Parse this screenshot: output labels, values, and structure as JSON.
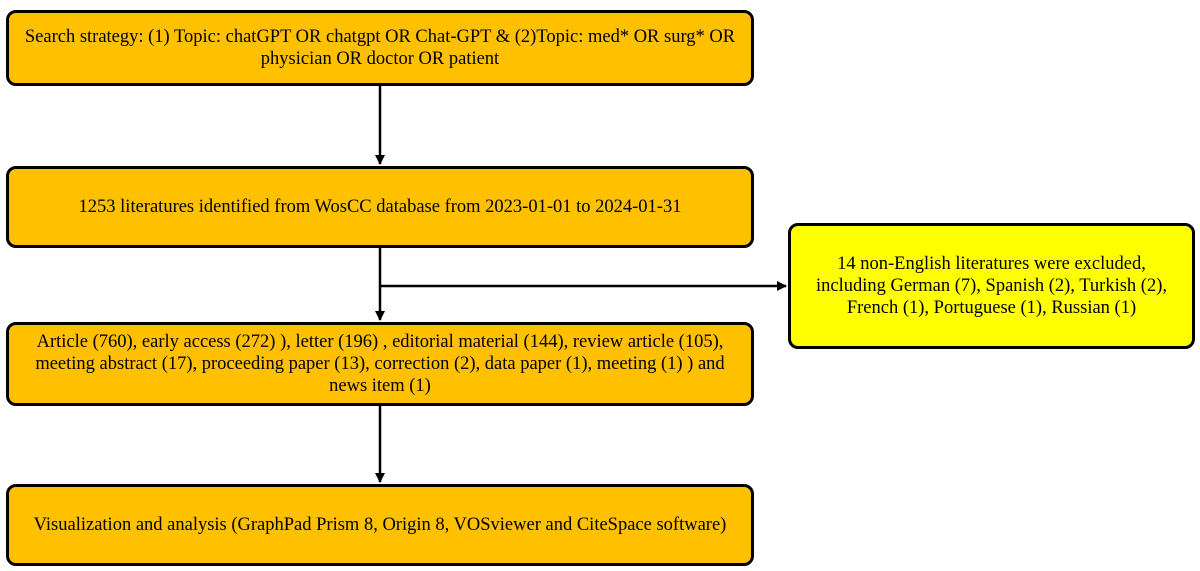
{
  "flowchart": {
    "search_strategy": "Search strategy: (1) Topic: chatGPT OR chatgpt OR Chat-GPT & (2)Topic: med* OR surg* OR physician OR doctor OR patient",
    "identified": "1253 literatures identified from WosCC database from 2023-01-01 to 2024-01-31",
    "document_types": "Article (760), early access (272) ), letter (196) , editorial material (144), review article (105), meeting abstract (17), proceeding paper (13), correction (2), data paper (1), meeting (1) ) and news item (1)",
    "visualization": "Visualization and analysis (GraphPad Prism 8, Origin 8, VOSviewer and CiteSpace software)",
    "excluded": "14 non-English literatures were excluded, including German (7), Spanish (2), Turkish (2), French (1), Portuguese (1), Russian (1)"
  },
  "colors": {
    "main_box": "#FFC000",
    "exclusion_box": "#FFFF00",
    "border": "#000000"
  }
}
